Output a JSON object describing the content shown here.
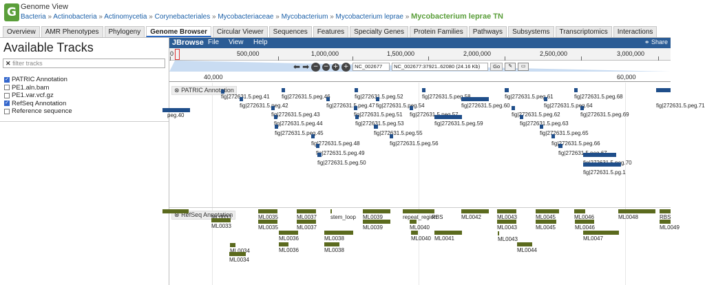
{
  "header": {
    "view_title": "Genome View",
    "logo_letter": "G",
    "breadcrumb": [
      "Bacteria",
      "Actinobacteria",
      "Actinomycetia",
      "Corynebacteriales",
      "Mycobacteriaceae",
      "Mycobacterium",
      "Mycobacterium leprae"
    ],
    "current": "Mycobacterium leprae TN"
  },
  "tabs": [
    {
      "label": "Overview",
      "active": false
    },
    {
      "label": "AMR Phenotypes",
      "active": false
    },
    {
      "label": "Phylogeny",
      "active": false
    },
    {
      "label": "Genome Browser",
      "active": true
    },
    {
      "label": "Circular Viewer",
      "active": false
    },
    {
      "label": "Sequences",
      "active": false
    },
    {
      "label": "Features",
      "active": false
    },
    {
      "label": "Specialty Genes",
      "active": false
    },
    {
      "label": "Protein Families",
      "active": false
    },
    {
      "label": "Pathways",
      "active": false
    },
    {
      "label": "Subsystems",
      "active": false
    },
    {
      "label": "Transcriptomics",
      "active": false
    },
    {
      "label": "Interactions",
      "active": false
    }
  ],
  "left_panel": {
    "title": "Available Tracks",
    "filter_placeholder": "filter tracks",
    "tracks": [
      {
        "label": "PATRIC Annotation",
        "checked": true
      },
      {
        "label": "PE1.aln.bam",
        "checked": false
      },
      {
        "label": "PE1.var.vcf.gz",
        "checked": false
      },
      {
        "label": "RefSeq Annotation",
        "checked": true
      },
      {
        "label": "Reference sequence",
        "checked": false
      }
    ]
  },
  "menubar": {
    "brand": "JBrowse",
    "items": [
      "File",
      "View",
      "Help"
    ],
    "share": "Share"
  },
  "overview": {
    "labels": [
      "0",
      "500,000",
      "1,000,000",
      "1,500,000",
      "2,000,000",
      "2,500,000",
      "3,000,000"
    ]
  },
  "navigation": {
    "ref_seq": "NC_002677",
    "location": "NC_002677:37921..62080 (24.16 Kb)",
    "go_label": "Go"
  },
  "ruler": {
    "labels": [
      "40,000",
      "60,000"
    ]
  },
  "patric_track": {
    "label": "PATRIC Annotation",
    "features": [
      {
        "label": "peg.40"
      },
      {
        "label": "fig|272631.5.peg.41"
      },
      {
        "label": "fig|272631.5.peg.42"
      },
      {
        "label": "fig|272631.5.peg.43"
      },
      {
        "label": "fig|272631.5.peg.44"
      },
      {
        "label": "fig|272631.5.peg.45"
      },
      {
        "label": "fig|272631.5.peg.46"
      },
      {
        "label": "fig|272631.5.peg.47"
      },
      {
        "label": "fig|272631.5.peg.48"
      },
      {
        "label": "fig|272631.5.peg.49"
      },
      {
        "label": "fig|272631.5.peg.50"
      },
      {
        "label": "fig|272631.5.peg.51"
      },
      {
        "label": "fig|272631.5.peg.52"
      },
      {
        "label": "fig|272631.5.peg.53"
      },
      {
        "label": "fig|272631.5.peg.54"
      },
      {
        "label": "fig|272631.5.peg.55"
      },
      {
        "label": "fig|272631.5.peg.56"
      },
      {
        "label": "fig|272631.5.peg.57"
      },
      {
        "label": "fig|272631.5.peg.58"
      },
      {
        "label": "fig|272631.5.peg.59"
      },
      {
        "label": "fig|272631.5.peg.60"
      },
      {
        "label": "fig|272631.5.peg.61"
      },
      {
        "label": "fig|272631.5.peg.62"
      },
      {
        "label": "fig|272631.5.peg.63"
      },
      {
        "label": "fig|272631.5.peg.64"
      },
      {
        "label": "fig|272631.5.peg.65"
      },
      {
        "label": "fig|272631.5.peg.66"
      },
      {
        "label": "fig|272631.5.peg.67"
      },
      {
        "label": "fig|272631.5.peg.68"
      },
      {
        "label": "fig|272631.5.peg.69"
      },
      {
        "label": "fig|272631.5.peg.70"
      },
      {
        "label": "fig|272631.5.peg.71"
      },
      {
        "label": "fig|272631.5.pg.1"
      }
    ]
  },
  "refseq_track": {
    "label": "RefSeq Annotation",
    "features": [
      {
        "label": "ML0033"
      },
      {
        "label": "ML0033"
      },
      {
        "label": "ML0034"
      },
      {
        "label": "ML0034"
      },
      {
        "label": "ML0035"
      },
      {
        "label": "ML0035"
      },
      {
        "label": "ML0036"
      },
      {
        "label": "ML0036"
      },
      {
        "label": "ML0037"
      },
      {
        "label": "ML0037"
      },
      {
        "label": "stem_loop"
      },
      {
        "label": "ML0038"
      },
      {
        "label": "ML0038"
      },
      {
        "label": "ML0039"
      },
      {
        "label": "ML0039"
      },
      {
        "label": "repeat_region"
      },
      {
        "label": "ML0040"
      },
      {
        "label": "RBS"
      },
      {
        "label": "ML0040"
      },
      {
        "label": "ML0041"
      },
      {
        "label": "ML0042"
      },
      {
        "label": "ML0043"
      },
      {
        "label": "ML0043"
      },
      {
        "label": "ML0043"
      },
      {
        "label": "ML0044"
      },
      {
        "label": "ML0045"
      },
      {
        "label": "ML0045"
      },
      {
        "label": "ML0046"
      },
      {
        "label": "ML0046"
      },
      {
        "label": "ML0047"
      },
      {
        "label": "ML0048"
      },
      {
        "label": "RBS"
      },
      {
        "label": "ML0049"
      }
    ]
  },
  "colors": {
    "accent": "#2b5c95",
    "patric_feature": "#1f4e8a",
    "refseq_feature": "#5b6a1e",
    "brand_green": "#5a9e3a"
  }
}
